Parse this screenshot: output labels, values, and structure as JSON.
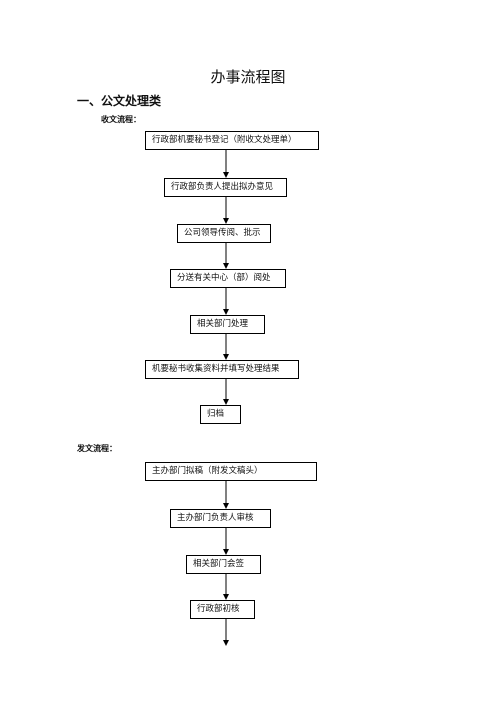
{
  "title": "办事流程图",
  "section1": {
    "heading": "一、公文处理类",
    "receive_label": "收文流程：",
    "receive_steps": [
      "行政部机要秘书登记（附收文处理单）",
      "行政部负责人提出拟办意见",
      "公司领导传阅、批示",
      "分送有关中心（部）阅处",
      "相关部门处理",
      "机要秘书收集资料并填写处理结果",
      "归档"
    ],
    "send_label": "发文流程：",
    "send_steps": [
      "主办部门拟稿（附发文稿头）",
      "主办部门负责人审核",
      "相关部门会签",
      "行政部初核"
    ]
  }
}
